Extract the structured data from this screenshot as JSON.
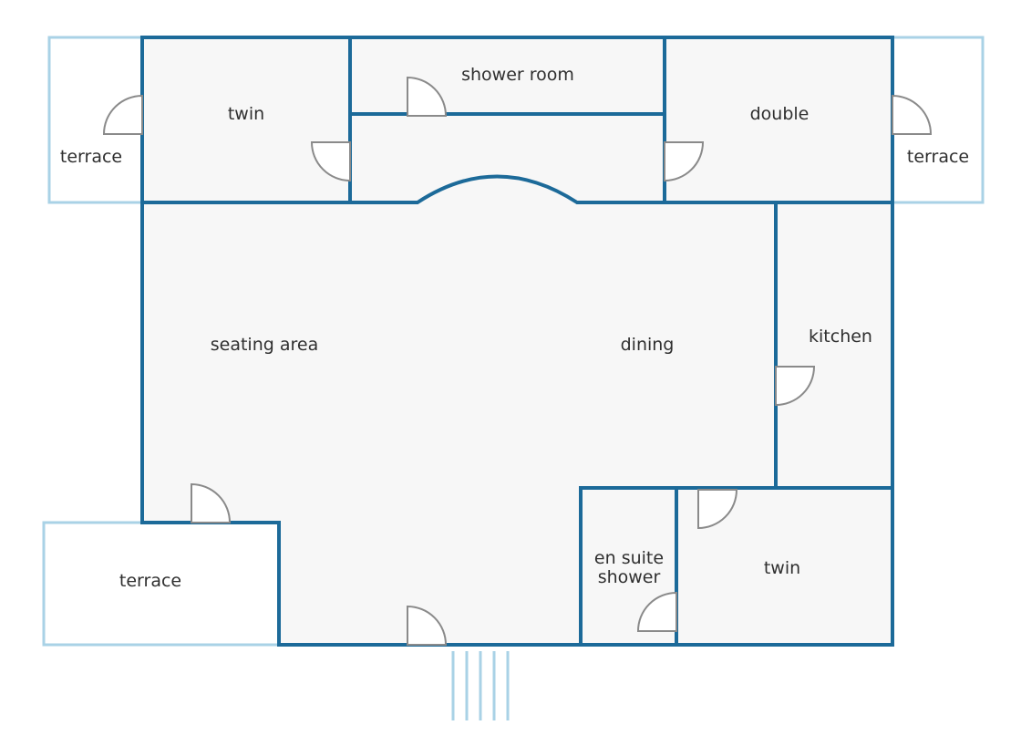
{
  "rooms": {
    "twin_top": "twin",
    "shower_room": "shower room",
    "double": "double",
    "terrace_left": "terrace",
    "terrace_right": "terrace",
    "seating_area": "seating area",
    "dining": "dining",
    "kitchen": "kitchen",
    "terrace_bottom": "terrace",
    "en_suite_line1": "en suite",
    "en_suite_line2": "shower",
    "twin_bottom": "twin"
  },
  "colors": {
    "wall": "#1c6a99",
    "terrace_outline": "#a9d2e6",
    "floor": "#f7f7f7",
    "door": "#8a8a8a"
  }
}
